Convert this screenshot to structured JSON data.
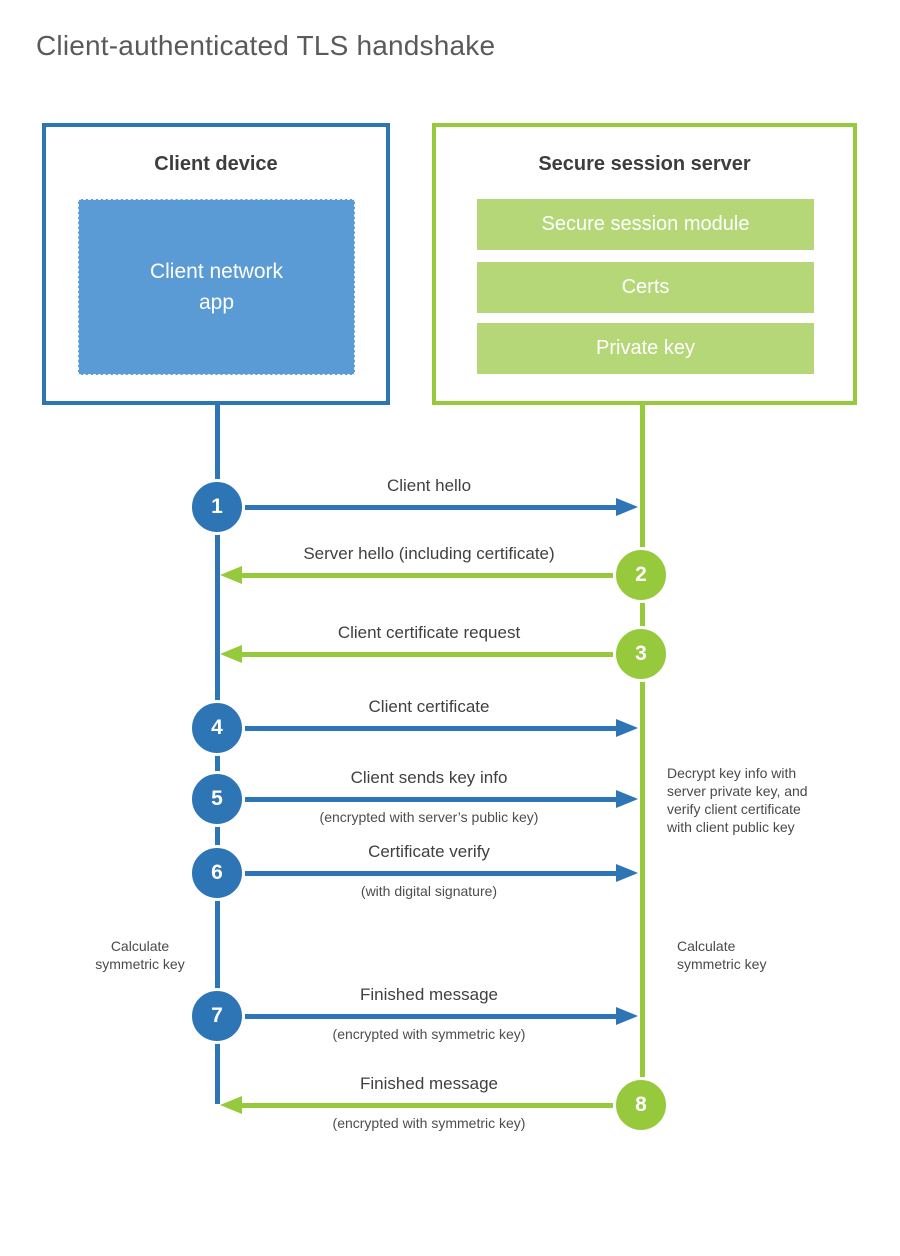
{
  "title": "Client-authenticated TLS handshake",
  "colors": {
    "blue_primary": "#2e75b6",
    "blue_light": "#5b9bd5",
    "green_primary": "#97c93d",
    "green_light": "#b5d778"
  },
  "client": {
    "title": "Client device",
    "app_label": "Client network\napp"
  },
  "server": {
    "title": "Secure session server",
    "modules": [
      "Secure session module",
      "Certs",
      "Private key"
    ]
  },
  "steps": [
    {
      "num": "1",
      "label": "Client hello",
      "direction": "right",
      "color": "blue"
    },
    {
      "num": "2",
      "label": "Server hello (including certificate)",
      "direction": "left",
      "color": "green"
    },
    {
      "num": "3",
      "label": "Client certificate request",
      "direction": "left",
      "color": "green"
    },
    {
      "num": "4",
      "label": "Client certificate",
      "direction": "right",
      "color": "blue"
    },
    {
      "num": "5",
      "label": "Client sends key info",
      "sub": "(encrypted with server’s public key)",
      "direction": "right",
      "color": "blue"
    },
    {
      "num": "6",
      "label": "Certificate verify",
      "sub": "(with digital signature)",
      "direction": "right",
      "color": "blue"
    },
    {
      "num": "7",
      "label": "Finished message",
      "sub": "(encrypted with symmetric key)",
      "direction": "right",
      "color": "blue"
    },
    {
      "num": "8",
      "label": "Finished message",
      "sub": "(encrypted with symmetric key)",
      "direction": "left",
      "color": "green"
    }
  ],
  "notes": {
    "left_calculate": "Calculate\nsymmetric key",
    "decrypt": "Decrypt key info with\nserver private key, and\nverify client certificate\nwith client public key",
    "right_calculate": "Calculate\nsymmetric key"
  }
}
